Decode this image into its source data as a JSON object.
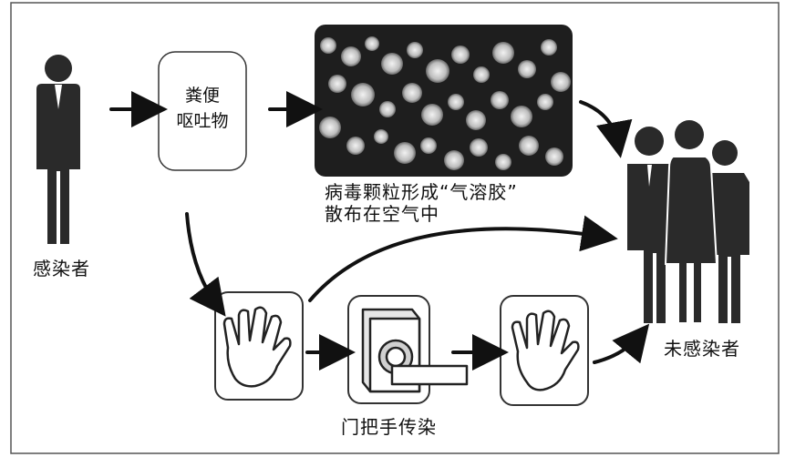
{
  "nodes": {
    "infected": {
      "label": "感染者"
    },
    "excreta": {
      "line1": "粪便",
      "line2": "呕吐物"
    },
    "aerosol": {
      "line1": "病毒颗粒形成“气溶胶”",
      "line2": "散布在空气中"
    },
    "door_handle": {
      "label": "门把手传染"
    },
    "uninfected": {
      "label": "未感染者"
    }
  },
  "icons": {
    "infected_person": "person-icon",
    "virus_image": "virus-particles-image",
    "hand_left": "hand-icon",
    "door_handle": "door-handle-icon",
    "hand_right": "hand-icon",
    "uninfected_group": "people-group-icon"
  },
  "colors": {
    "ink": "#111111",
    "figure": "#2a2a2a",
    "frame": "#555555"
  }
}
